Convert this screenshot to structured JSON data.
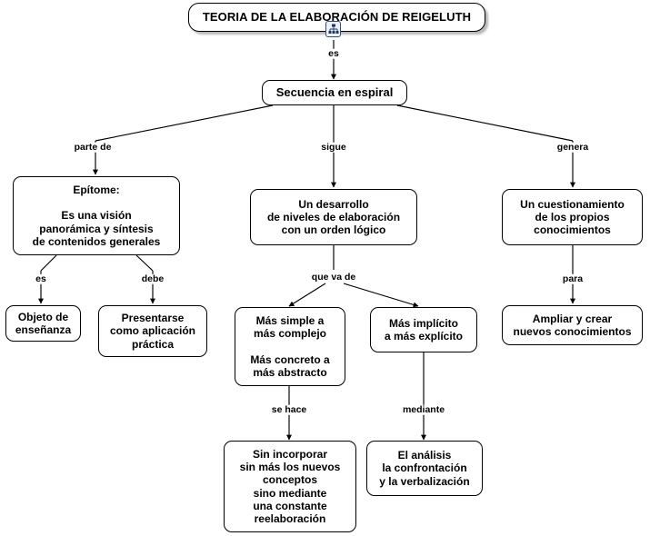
{
  "map": {
    "title": "TEORIA DE LA ELABORACIÓN DE REIGELUTH",
    "icon": "concept-map-icon",
    "colors": {
      "background": "#ffffff",
      "node_border": "#000000",
      "text": "#000000",
      "icon_border": "#2b4f8e",
      "icon_fill": "#eef2f8"
    }
  },
  "nodes": [
    {
      "id": "root",
      "text": "TEORIA DE LA ELABORACIÓN DE REIGELUTH"
    },
    {
      "id": "secuencia",
      "text": "Secuencia  en espiral"
    },
    {
      "id": "epitome",
      "text": "Epítome:\n\nEs una visión\npanorámica y síntesis\nde contenidos generales"
    },
    {
      "id": "desarrollo",
      "text": "Un  desarrollo\nde  niveles de elaboración\ncon  un orden lógico"
    },
    {
      "id": "cuestionamiento",
      "text": "Un  cuestionamiento\nde los propios\nconocimientos"
    },
    {
      "id": "objeto",
      "text": "Objeto de\nenseñanza"
    },
    {
      "id": "presentarse",
      "text": "Presentarse\ncomo aplicación\npráctica"
    },
    {
      "id": "simple",
      "text": "Más simple a\nmás complejo\n\nMás concreto a\nmás abstracto"
    },
    {
      "id": "implicito",
      "text": "Más implícito\na más explícito"
    },
    {
      "id": "ampliar",
      "text": "Ampliar y crear\nnuevos conocimientos"
    },
    {
      "id": "sinincorporar",
      "text": "Sin incorporar\nsin más los nuevos\nconceptos\nsino mediante\nuna constante\nreelaboración"
    },
    {
      "id": "analisis",
      "text": "El análisis\nla confrontación\ny la verbalización"
    }
  ],
  "link_labels": [
    {
      "id": "es-root",
      "text": "es"
    },
    {
      "id": "parte-de",
      "text": "parte de"
    },
    {
      "id": "sigue",
      "text": "sigue"
    },
    {
      "id": "genera",
      "text": "genera"
    },
    {
      "id": "es-epitome",
      "text": "es"
    },
    {
      "id": "debe",
      "text": "debe"
    },
    {
      "id": "que-va-de",
      "text": "que va de"
    },
    {
      "id": "para",
      "text": "para"
    },
    {
      "id": "se-hace",
      "text": "se hace"
    },
    {
      "id": "mediante",
      "text": "mediante"
    }
  ]
}
